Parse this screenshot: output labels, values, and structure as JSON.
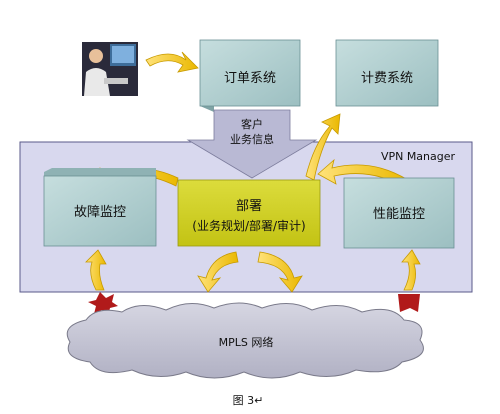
{
  "diagram": {
    "boxes": {
      "order_system": "订单系统",
      "billing_system": "计费系统",
      "fault_monitor": "故障监控",
      "deploy_line1": "部署",
      "deploy_line2": "(业务规划/部署/审计)",
      "performance_monitor": "性能监控"
    },
    "arrow_labels": {
      "customer_line1": "客户",
      "customer_line2": "业务信息"
    },
    "vpn_manager_label": "VPN Manager",
    "network_label": "MPLS 网络",
    "caption": "图 3↵"
  },
  "colors": {
    "teal_box": "#a9c8c9",
    "yellow_box": "#cfcf20",
    "manager_bg": "#d8d8ee",
    "arrow_yellow": "#f2c40a",
    "cloud": "#bfbfcf",
    "alarm_red": "#b11a1a"
  }
}
